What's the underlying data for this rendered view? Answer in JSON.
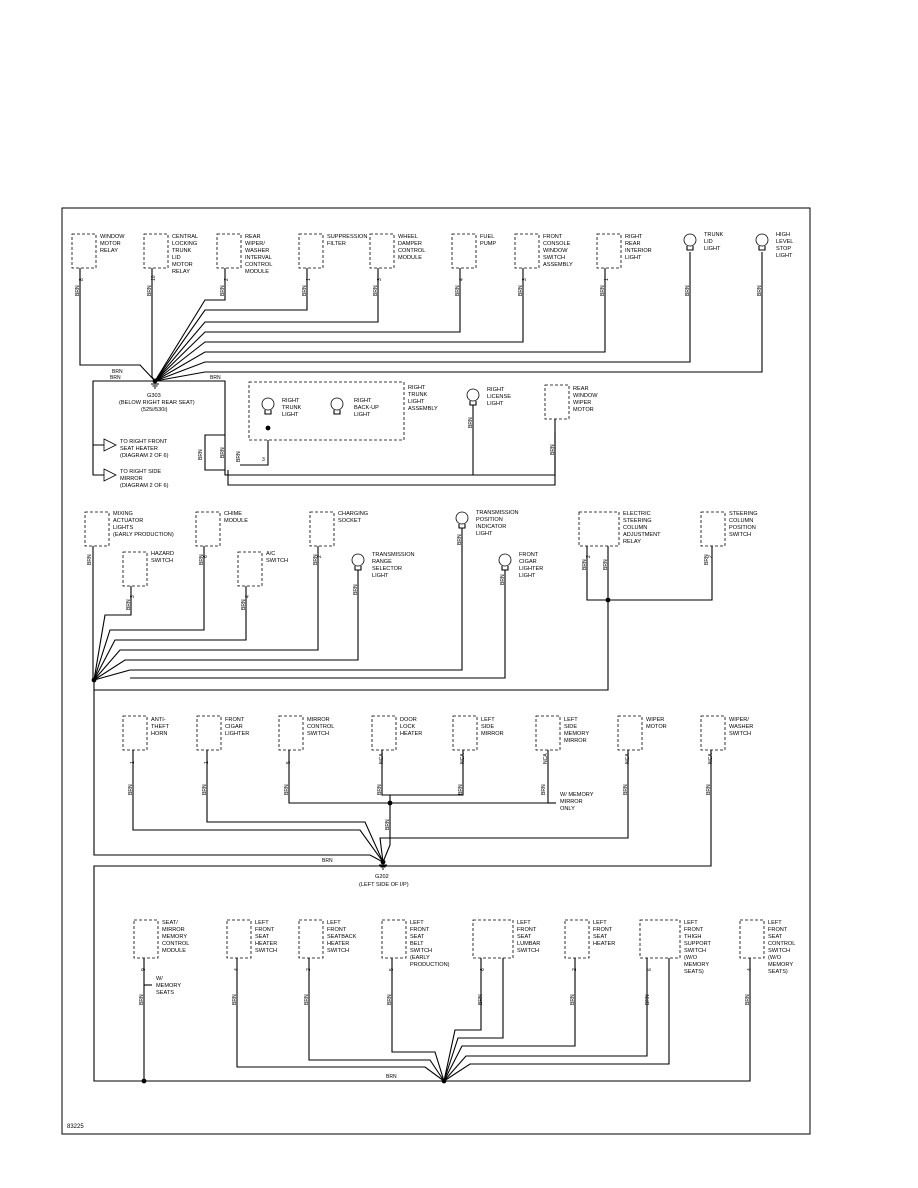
{
  "diagram_id": "83225",
  "wire_color": "BRN",
  "grounds": {
    "g303": {
      "label": "G303",
      "note1": "(BELOW RIGHT REAR SEAT)",
      "note2": "(525i/530i)"
    },
    "g202": {
      "label": "G202",
      "note1": "(LEFT SIDE OF I/P)"
    }
  },
  "connectors": {
    "right_front_seat_heater": [
      "TO RIGHT FRONT",
      "SEAT HEATER",
      "(DIAGRAM 2 OF 6)"
    ],
    "right_side_mirror": [
      "TO RIGHT SIDE",
      "MIRROR",
      "(DIAGRAM 2 OF 6)"
    ]
  },
  "trunk_assembly": {
    "label": [
      "RIGHT",
      "TRUNK",
      "LIGHT",
      "ASSEMBLY"
    ],
    "right_trunk_light": [
      "RIGHT",
      "TRUNK",
      "LIGHT"
    ],
    "right_backup_light": [
      "RIGHT",
      "BACK-UP",
      "LIGHT"
    ]
  },
  "section1": [
    {
      "id": "window_motor_relay",
      "lines": [
        "WINDOW",
        "MOTOR",
        "RELAY"
      ],
      "pin": "8"
    },
    {
      "id": "central_locking",
      "lines": [
        "CENTRAL",
        "LOCKING",
        "TRUNK",
        "LID",
        "MOTOR",
        "RELAY"
      ],
      "pin": "10"
    },
    {
      "id": "rear_wiper_module",
      "lines": [
        "REAR",
        "WIPER/",
        "WASHER",
        "INTERVAL",
        "CONTROL",
        "MODULE"
      ],
      "pin": "2"
    },
    {
      "id": "suppression_filter",
      "lines": [
        "SUPPRESSION",
        "FILTER"
      ],
      "pin": "1"
    },
    {
      "id": "wheel_damper",
      "lines": [
        "WHEEL",
        "DAMPER",
        "CONTROL",
        "MODULE"
      ],
      "pin": "3"
    },
    {
      "id": "fuel_pump",
      "lines": [
        "FUEL",
        "PUMP"
      ],
      "pin": "4"
    },
    {
      "id": "front_console_switch",
      "lines": [
        "FRONT",
        "CONSOLE",
        "WINDOW",
        "SWITCH",
        "ASSEMBLY"
      ],
      "pin": "3"
    },
    {
      "id": "right_rear_interior_light",
      "lines": [
        "RIGHT",
        "REAR",
        "INTERIOR",
        "LIGHT"
      ],
      "pin": "1"
    },
    {
      "id": "trunk_lid_light",
      "lines": [
        "TRUNK",
        "LID",
        "LIGHT"
      ],
      "pin": ""
    },
    {
      "id": "high_level_stop_light",
      "lines": [
        "HIGH",
        "LEVEL",
        "STOP",
        "LIGHT"
      ],
      "pin": ""
    }
  ],
  "section1b": [
    {
      "id": "right_license_light",
      "lines": [
        "RIGHT",
        "LICENSE",
        "LIGHT"
      ]
    },
    {
      "id": "rear_window_wiper_motor",
      "lines": [
        "REAR",
        "WINDOW",
        "WIPER",
        "MOTOR"
      ]
    }
  ],
  "section2": [
    {
      "id": "mixing_actuator",
      "lines": [
        "MIXING",
        "ACTUATOR",
        "LIGHTS",
        "(EARLY PRODUCTION)"
      ],
      "pin": ""
    },
    {
      "id": "hazard_switch",
      "lines": [
        "HAZARD",
        "SWITCH"
      ],
      "pin": "3"
    },
    {
      "id": "chime_module",
      "lines": [
        "CHIME",
        "MODULE"
      ],
      "pin": "6"
    },
    {
      "id": "ac_switch",
      "lines": [
        "A/C",
        "SWITCH"
      ],
      "pin": "4"
    },
    {
      "id": "charging_socket",
      "lines": [
        "CHARGING",
        "SOCKET"
      ],
      "pin": "2"
    },
    {
      "id": "trans_range_selector",
      "lines": [
        "TRANSMISSION",
        "RANGE",
        "SELECTOR",
        "LIGHT"
      ],
      "pin": ""
    },
    {
      "id": "trans_position_indicator",
      "lines": [
        "TRANSMISSION",
        "POSITION",
        "INDICATOR",
        "LIGHT"
      ],
      "pin": ""
    },
    {
      "id": "front_cigar_lighter_light",
      "lines": [
        "FRONT",
        "CIGAR",
        "LIGHTER",
        "LIGHT"
      ],
      "pin": ""
    },
    {
      "id": "steering_column_relay",
      "lines": [
        "ELECTRIC",
        "STEERING",
        "COLUMN",
        "ADJUSTMENT",
        "RELAY"
      ],
      "pin": "2"
    },
    {
      "id": "steering_column_position_switch",
      "lines": [
        "STEERING",
        "COLUMN",
        "POSITION",
        "SWITCH"
      ],
      "pin": "2"
    }
  ],
  "section3": [
    {
      "id": "anti_theft_horn",
      "lines": [
        "ANTI-",
        "THEFT",
        "HORN"
      ],
      "pin": "1"
    },
    {
      "id": "front_cigar_lighter",
      "lines": [
        "FRONT",
        "CIGAR",
        "LIGHTER"
      ],
      "pin": "1"
    },
    {
      "id": "mirror_control_switch",
      "lines": [
        "MIRROR",
        "CONTROL",
        "SWITCH"
      ],
      "pin": "5"
    },
    {
      "id": "door_lock_heater",
      "lines": [
        "DOOR",
        "LOCK",
        "HEATER"
      ],
      "pin": "NCA"
    },
    {
      "id": "left_side_mirror",
      "lines": [
        "LEFT",
        "SIDE",
        "MIRROR"
      ],
      "pin": "NCA"
    },
    {
      "id": "left_side_memory_mirror",
      "lines": [
        "LEFT",
        "SIDE",
        "MEMORY",
        "MIRROR"
      ],
      "pin": "NCA"
    },
    {
      "id": "wiper_motor",
      "lines": [
        "WIPER",
        "MOTOR"
      ],
      "pin": "NCA"
    },
    {
      "id": "wiper_washer_switch",
      "lines": [
        "WIPER/",
        "WASHER",
        "SWITCH"
      ],
      "pin": "NCA"
    }
  ],
  "memory_mirror_note": [
    "W/ MEMORY",
    "MIRROR",
    "ONLY"
  ],
  "section4": [
    {
      "id": "seat_mirror_memory_module",
      "lines": [
        "SEAT/",
        "MIRROR",
        "MEMORY",
        "CONTROL",
        "MODULE"
      ],
      "pin": "9"
    },
    {
      "id": "left_front_seat_heater_switch",
      "lines": [
        "LEFT",
        "FRONT",
        "SEAT",
        "HEATER",
        "SWITCH"
      ],
      "pin": "4"
    },
    {
      "id": "left_front_seatback_heater_switch",
      "lines": [
        "LEFT",
        "FRONT",
        "SEATBACK",
        "HEATER",
        "SWITCH"
      ],
      "pin": "2"
    },
    {
      "id": "left_front_seat_belt_switch",
      "lines": [
        "LEFT",
        "FRONT",
        "SEAT",
        "BELT",
        "SWITCH",
        "(EARLY",
        "PRODUCTION)"
      ],
      "pin": "5"
    },
    {
      "id": "left_front_seat_lumbar_switch",
      "lines": [
        "LEFT",
        "FRONT",
        "SEAT",
        "LUMBAR",
        "SWITCH"
      ],
      "pin": "6"
    },
    {
      "id": "left_front_seat_heater",
      "lines": [
        "LEFT",
        "FRONT",
        "SEAT",
        "HEATER"
      ],
      "pin": "2"
    },
    {
      "id": "left_front_thigh_support_switch",
      "lines": [
        "LEFT",
        "FRONT",
        "THIGH",
        "SUPPORT",
        "SWITCH",
        "(W/O",
        "MEMORY",
        "SEATS)"
      ],
      "pin": "6"
    },
    {
      "id": "left_front_seat_control_switch",
      "lines": [
        "LEFT",
        "FRONT",
        "SEAT",
        "CONTROL",
        "SWITCH",
        "(W/O",
        "MEMORY",
        "SEATS)"
      ],
      "pin": "4"
    }
  ],
  "memory_seats_note": [
    "W/",
    "MEMORY",
    "SEATS"
  ]
}
